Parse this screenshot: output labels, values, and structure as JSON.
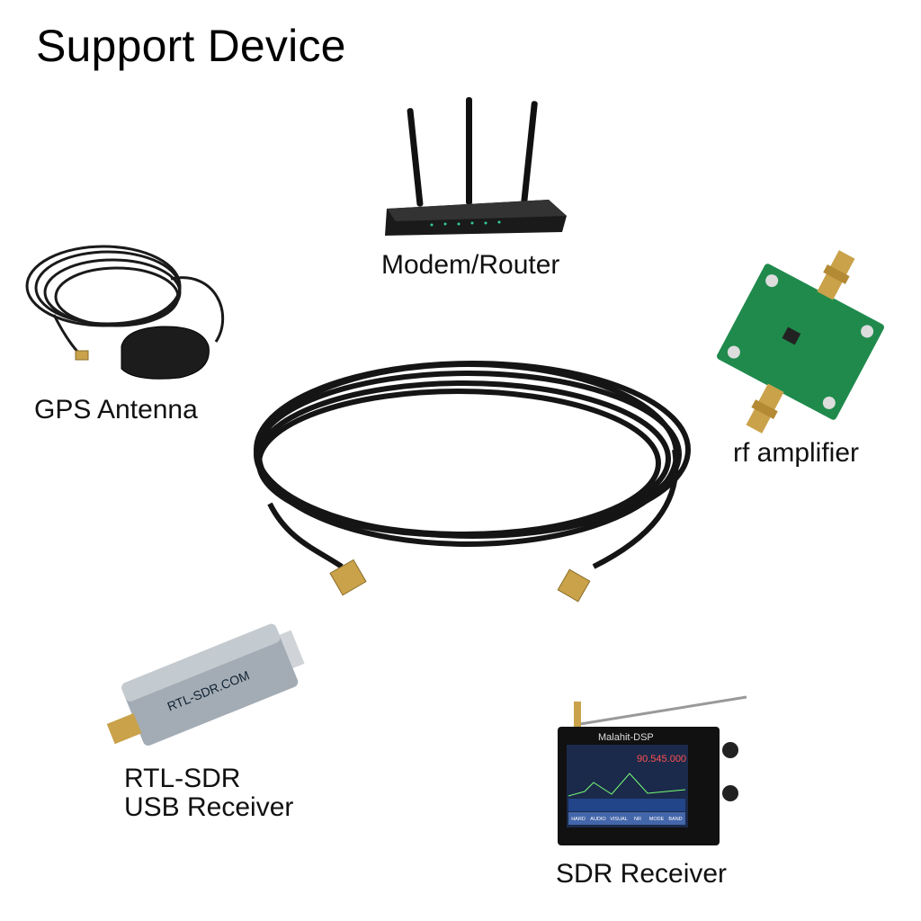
{
  "title": "Support Device",
  "devices": [
    {
      "id": "router",
      "label": "Modem/Router"
    },
    {
      "id": "gps",
      "label": "GPS Antenna"
    },
    {
      "id": "rf",
      "label": "rf amplifier"
    },
    {
      "id": "rtl",
      "label_line1": "RTL-SDR",
      "label_line2": "USB Receiver"
    },
    {
      "id": "sdr",
      "label": "SDR Receiver"
    }
  ],
  "device_markings": {
    "rtl_brand": "RTL-SDR.COM",
    "sdr_brand": "Malahit-DSP",
    "sdr_frequency": "90.545.000",
    "sdr_buttons": [
      "HARD",
      "AUDIO",
      "VISUAL",
      "NR",
      "MODE",
      "BAND"
    ]
  },
  "colors": {
    "pcb": "#1f8a4c",
    "metal": "#9aa4ad",
    "gold": "#c9a24a"
  }
}
